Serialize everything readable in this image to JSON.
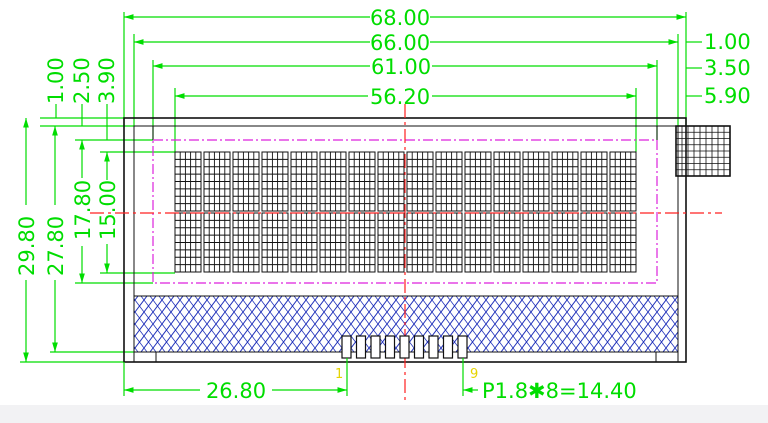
{
  "drawing": {
    "horizontal_dimensions": {
      "overall_width": "68.00",
      "outline_width": "66.00",
      "viewing_area_width": "61.00",
      "active_area_width": "56.20",
      "pin1_offset": "26.80",
      "pin_pitch": "P1.8✱8=14.40"
    },
    "right_dimensions": {
      "outline_margin": "1.00",
      "viewing_margin": "3.50",
      "active_margin": "5.90"
    },
    "left_dimensions": {
      "top_margin_1": "1.00",
      "top_margin_2": "2.50",
      "top_margin_3": "3.90"
    },
    "vertical_dimensions": {
      "overall_height": "29.80",
      "outline_height": "27.80",
      "viewing_area_height": "17.80",
      "active_area_height": "15.00"
    },
    "pin_labels": {
      "first": "1",
      "last": "9"
    },
    "colors": {
      "dimension": "#00dd00",
      "centerline": "#ff2020",
      "viewing_area": "#dd22dd",
      "hatch": "#2233bb",
      "pin_label": "#e6d400"
    }
  }
}
